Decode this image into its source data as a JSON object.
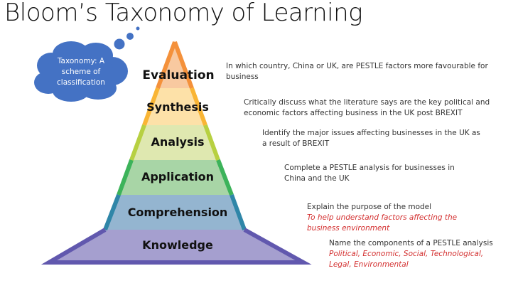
{
  "title": "Bloom’s Taxonomy of Learning",
  "cloud": {
    "lines": [
      "Taxonomy: A",
      "scheme of",
      "classification"
    ],
    "color": "#4472c4"
  },
  "pyramid": {
    "levels": [
      {
        "label": "Evaluation",
        "fill": "#f8c9a0",
        "edge": "#f4913b"
      },
      {
        "label": "Synthesis",
        "fill": "#fde1a8",
        "edge": "#f9b535"
      },
      {
        "label": "Analysis",
        "fill": "#dfe8b0",
        "edge": "#b7d041"
      },
      {
        "label": "Application",
        "fill": "#a8d5a6",
        "edge": "#3cb35a"
      },
      {
        "label": "Comprehension",
        "fill": "#94b5d0",
        "edge": "#2f86a8"
      },
      {
        "label": "Knowledge",
        "fill": "#a59fcf",
        "edge": "#6158ae"
      }
    ]
  },
  "descriptions": [
    {
      "text": "In which country, China or UK, are PESTLE factors more favourable for business",
      "example": ""
    },
    {
      "text": "Critically discuss what the literature says are the key political and economic factors affecting business in the UK post BREXIT",
      "example": ""
    },
    {
      "text": "Identify the major issues affecting businesses in the UK as a result of BREXIT",
      "example": ""
    },
    {
      "text": "Complete a PESTLE analysis for businesses in China and the UK",
      "example": ""
    },
    {
      "text": "Explain the purpose of the model",
      "example": "To help understand factors affecting the business environment"
    },
    {
      "text": "Name the components of a PESTLE analysis",
      "example": "Political, Economic, Social, Technological, Legal, Environmental"
    }
  ]
}
